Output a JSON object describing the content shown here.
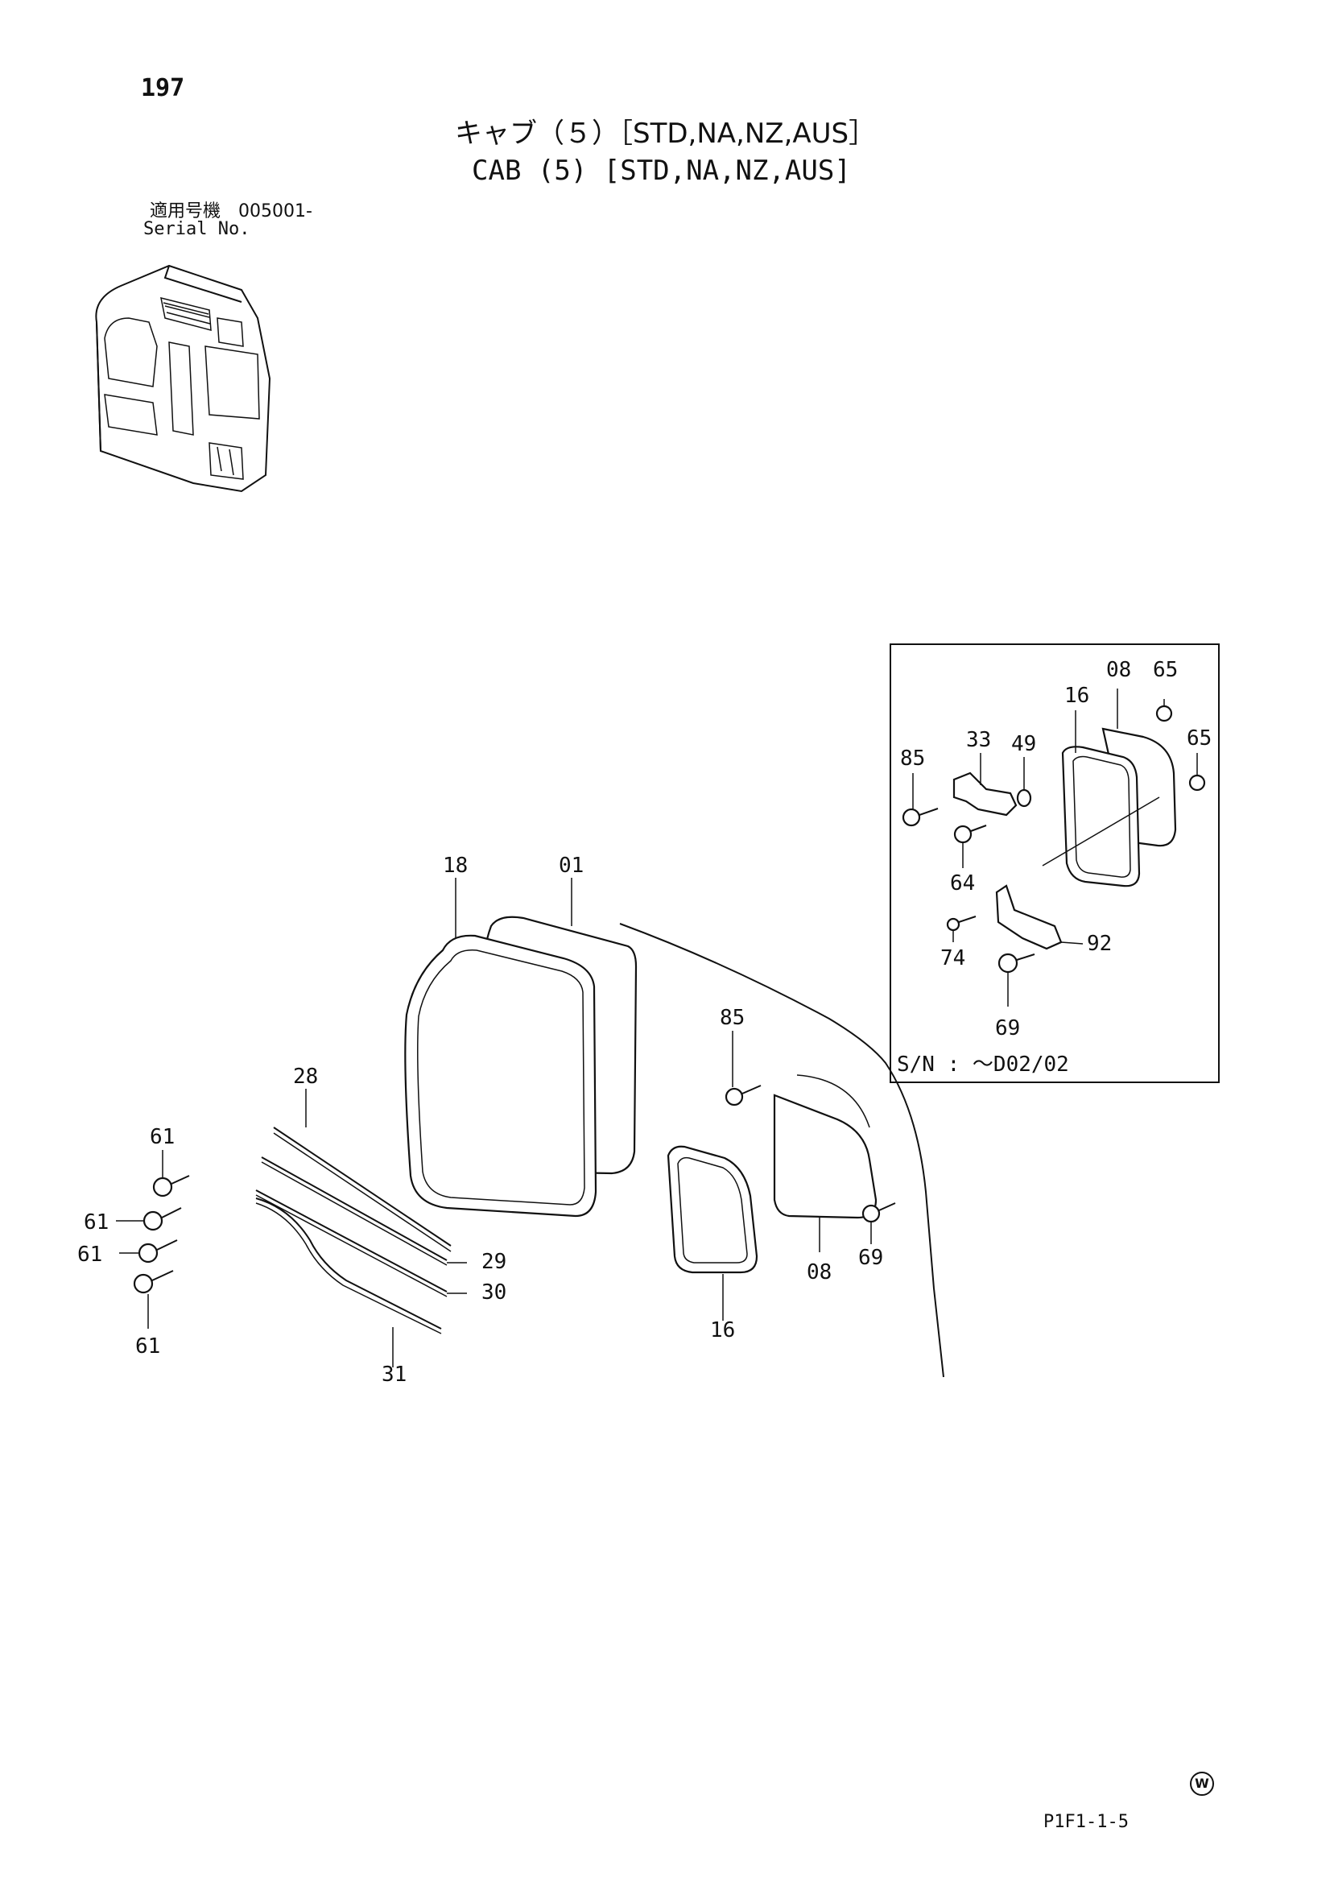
{
  "header": {
    "page_number": "197",
    "title_jp": "キャブ（５）［STD,NA,NZ,AUS］",
    "title_en": "CAB (5) [STD,NA,NZ,AUS]",
    "serial_label_jp": "適用号機　005001-",
    "serial_label_en": "Serial No."
  },
  "inset": {
    "serial_text": "S/N :   ～D02/02",
    "callouts": [
      "08",
      "65",
      "16",
      "65",
      "85",
      "33",
      "49",
      "64",
      "92",
      "74",
      "69"
    ]
  },
  "main": {
    "callouts": [
      "18",
      "01",
      "85",
      "28",
      "61",
      "61",
      "61",
      "61",
      "29",
      "30",
      "31",
      "16",
      "08",
      "69"
    ]
  },
  "footer": {
    "watermark": "W",
    "page_code": "P1F1-1-5"
  }
}
